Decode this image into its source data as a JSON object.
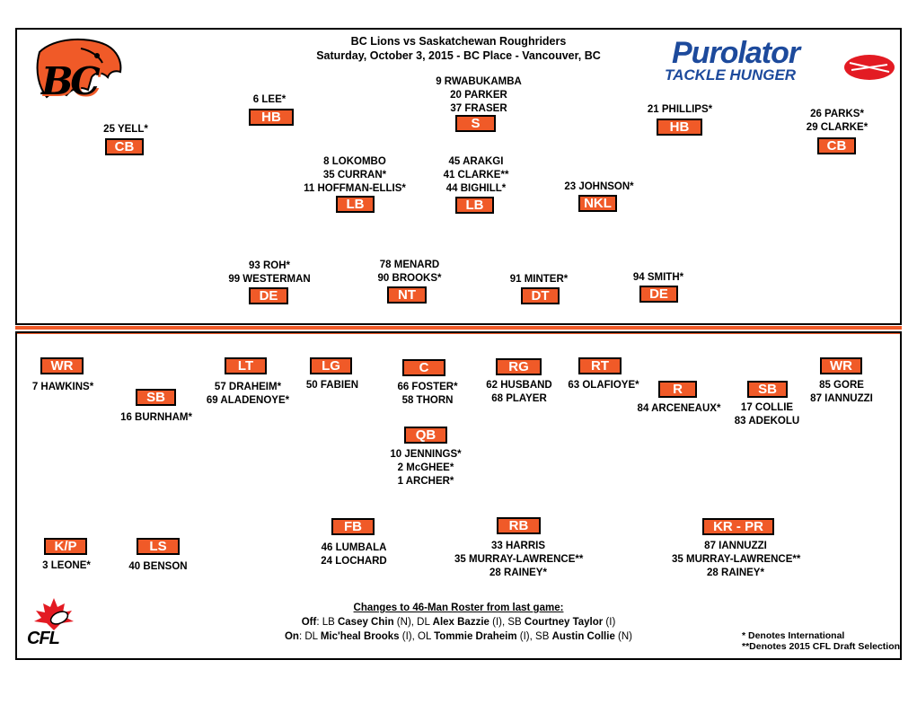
{
  "header": {
    "title": "BC Lions vs Saskatchewan Roughriders",
    "subtitle": "Saturday, October 3, 2015 - BC Place - Vancouver, BC"
  },
  "logos": {
    "bc_lions": "BC",
    "purolator_brand": "Purolator",
    "purolator_tagline": "TACKLE HUNGER",
    "cfl": "CFL"
  },
  "defense": [
    {
      "id": "d-cb-left",
      "pos": "CB",
      "names": [
        "25 YELL*"
      ]
    },
    {
      "id": "d-hb-left",
      "pos": "HB",
      "names": [
        "6 LEE*"
      ]
    },
    {
      "id": "d-s",
      "pos": "S",
      "names": [
        "9 RWABUKAMBA",
        "20 PARKER",
        "37 FRASER"
      ]
    },
    {
      "id": "d-hb-right",
      "pos": "HB",
      "names": [
        "21 PHILLIPS*"
      ]
    },
    {
      "id": "d-cb-right",
      "pos": "CB",
      "names": [
        "26 PARKS*",
        "29 CLARKE*"
      ]
    },
    {
      "id": "d-lb-left",
      "pos": "LB",
      "names": [
        "8 LOKOMBO",
        "35 CURRAN*",
        "11 HOFFMAN-ELLIS*"
      ]
    },
    {
      "id": "d-lb-mid",
      "pos": "LB",
      "names": [
        "45 ARAKGI",
        "41 CLARKE**",
        "44 BIGHILL*"
      ]
    },
    {
      "id": "d-nkl",
      "pos": "NKL",
      "names": [
        "23 JOHNSON*"
      ]
    },
    {
      "id": "d-de-left",
      "pos": "DE",
      "names": [
        "93 ROH*",
        "99 WESTERMAN"
      ]
    },
    {
      "id": "d-nt",
      "pos": "NT",
      "names": [
        "78 MENARD",
        "90 BROOKS*"
      ]
    },
    {
      "id": "d-dt",
      "pos": "DT",
      "names": [
        "91 MINTER*"
      ]
    },
    {
      "id": "d-de-right",
      "pos": "DE",
      "names": [
        "94 SMITH*"
      ]
    }
  ],
  "offense": [
    {
      "id": "o-wr-left",
      "pos": "WR",
      "names": [
        "7 HAWKINS*"
      ]
    },
    {
      "id": "o-sb-left",
      "pos": "SB",
      "names": [
        "16 BURNHAM*"
      ]
    },
    {
      "id": "o-lt",
      "pos": "LT",
      "names": [
        "57 DRAHEIM*",
        "69 ALADENOYE*"
      ]
    },
    {
      "id": "o-lg",
      "pos": "LG",
      "names": [
        "50 FABIEN"
      ]
    },
    {
      "id": "o-c",
      "pos": "C",
      "names": [
        "66 FOSTER*",
        "58 THORN"
      ]
    },
    {
      "id": "o-rg",
      "pos": "RG",
      "names": [
        "62 HUSBAND",
        "68 PLAYER"
      ]
    },
    {
      "id": "o-rt",
      "pos": "RT",
      "names": [
        "63 OLAFIOYE*"
      ]
    },
    {
      "id": "o-r",
      "pos": "R",
      "names": [
        "84 ARCENEAUX*"
      ]
    },
    {
      "id": "o-sb-right",
      "pos": "SB",
      "names": [
        "17 COLLIE",
        "83 ADEKOLU"
      ]
    },
    {
      "id": "o-wr-right",
      "pos": "WR",
      "names": [
        "85 GORE",
        "87 IANNUZZI"
      ]
    },
    {
      "id": "o-qb",
      "pos": "QB",
      "names": [
        "10 JENNINGS*",
        "2 McGHEE*",
        "1 ARCHER*"
      ]
    }
  ],
  "special": [
    {
      "id": "s-kp",
      "pos": "K/P",
      "names": [
        "3 LEONE*"
      ]
    },
    {
      "id": "s-ls",
      "pos": "LS",
      "names": [
        "40 BENSON"
      ]
    },
    {
      "id": "s-fb",
      "pos": "FB",
      "names": [
        "46 LUMBALA",
        "24 LOCHARD"
      ]
    },
    {
      "id": "s-rb",
      "pos": "RB",
      "names": [
        "33 HARRIS",
        "35 MURRAY-LAWRENCE**",
        "28 RAINEY*"
      ]
    },
    {
      "id": "s-krpr",
      "pos": "KR - PR",
      "names": [
        "87 IANNUZZI",
        "35 MURRAY-LAWRENCE**",
        "28 RAINEY*"
      ]
    }
  ],
  "changes": {
    "heading": "Changes to 46-Man Roster from last game:",
    "off_label": "Off",
    "off_items": [
      {
        "prefix": ": LB ",
        "name": "Casey Chin",
        "suffix": " (N), DL "
      },
      {
        "prefix": "",
        "name": "Alex Bazzie",
        "suffix": " (I), SB "
      },
      {
        "prefix": "",
        "name": "Courtney Taylor",
        "suffix": " (I)"
      }
    ],
    "on_label": "On",
    "on_items": [
      {
        "prefix": ": DL ",
        "name": "Mic'heal Brooks",
        "suffix": " (I), OL "
      },
      {
        "prefix": "",
        "name": "Tommie Draheim",
        "suffix": " (I), SB "
      },
      {
        "prefix": "",
        "name": "Austin Collie",
        "suffix": " (N)"
      }
    ]
  },
  "legend": {
    "international": "* Denotes International",
    "draft": "**Denotes 2015 CFL Draft Selection"
  },
  "colors": {
    "accent": "#f05a28",
    "purolator_blue": "#1d4a9c",
    "purolator_red": "#e31b23"
  }
}
